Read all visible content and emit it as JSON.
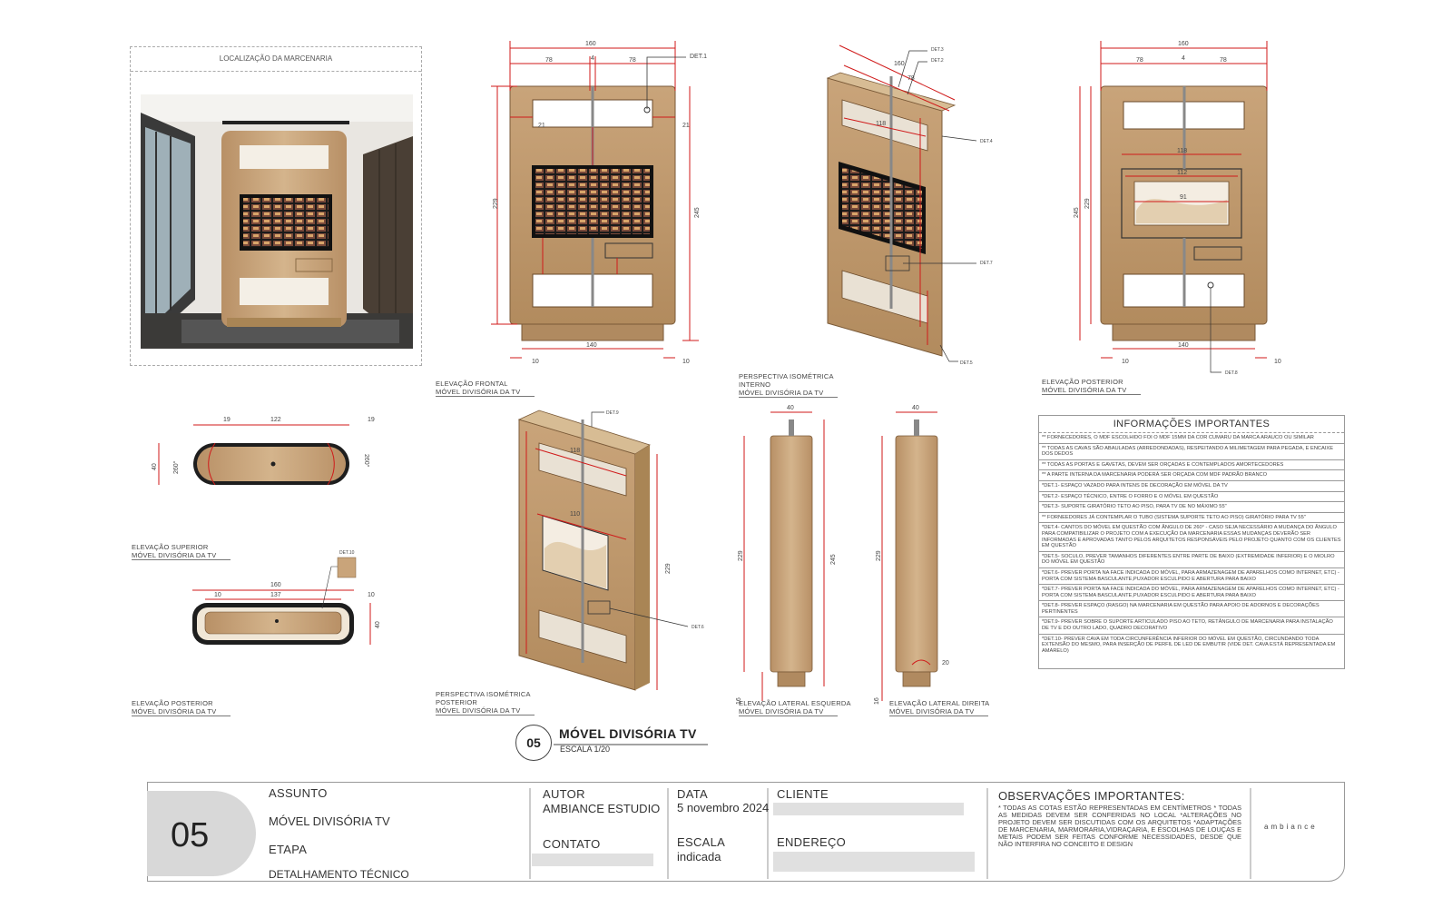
{
  "location": {
    "title": "LOCALIZAÇÃO DA MARCENARIA"
  },
  "views": {
    "front": [
      "ELEVAÇÃO FRONTAL",
      "MÓVEL DIVISÓRIA DA TV"
    ],
    "iso_internal": [
      "PERSPECTIVA ISOMÉTRICA",
      "INTERNO",
      "MÓVEL DIVISÓRIA DA TV"
    ],
    "rear": [
      "ELEVAÇÃO POSTERIOR",
      "MÓVEL DIVISÓRIA DA TV"
    ],
    "top": [
      "ELEVAÇÃO SUPERIOR",
      "MÓVEL DIVISÓRIA DA TV"
    ],
    "rear_small": [
      "ELEVAÇÃO POSTERIOR",
      "MÓVEL DIVISÓRIA DA TV"
    ],
    "iso_rear": [
      "PERSPECTIVA ISOMÉTRICA",
      "POSTERIOR",
      "MÓVEL DIVISÓRIA DA TV"
    ],
    "left": [
      "ELEVAÇÃO LATERAL ESQUERDA",
      "MÓVEL DIVISÓRIA DA TV"
    ],
    "right": [
      "ELEVAÇÃO LATERAL DIREITA",
      "MÓVEL DIVISÓRIA DA TV"
    ]
  },
  "dims": {
    "front": {
      "w": "160",
      "l": "78",
      "m": "4",
      "r": "78",
      "h1": "229",
      "h2": "245",
      "base": "140",
      "side": "10",
      "inner": "21",
      "det": "DET.1"
    },
    "iso": {
      "a": "160",
      "b": "78",
      "c": "118",
      "det2": "DET.2",
      "det3": "DET.3",
      "det4": "DET.4",
      "det5": "DET.5",
      "det7": "DET.7"
    },
    "rear": {
      "w": "160",
      "l": "78",
      "m": "4",
      "r": "78",
      "h1": "245",
      "h2": "229",
      "i1": "118",
      "i2": "112",
      "i3": "91",
      "base": "140",
      "side": "10",
      "det8": "DET.8"
    },
    "top": {
      "a": "19",
      "b": "122",
      "c": "19",
      "d": "40",
      "ang": "260°"
    },
    "rear_small": {
      "w": "160",
      "i": "137",
      "s": "10",
      "d": "40",
      "det10": "DET.10"
    },
    "iso_rear": {
      "a": "118",
      "b": "110",
      "h": "229",
      "det9": "DET.9",
      "det6": "DET.6"
    },
    "side": {
      "w": "40",
      "h1": "229",
      "h2": "245",
      "h3": "229",
      "b": "16",
      "b2": "20"
    }
  },
  "info": {
    "title": "INFORMAÇÕES IMPORTANTES",
    "items": [
      "** FORNECEDORES, O MDF ESCOLHIDO FOI O MDF 15MM DA COR CUMARU DA MARCA ARAUCO OU SIMILAR",
      "** TODAS AS CAVAS SÃO ABAULADAS (ARREDONDADAS), RESPEITANDO A MILIMETAGEM PARA PEGADA, E ENCAIXE DOS DEDOS",
      "** TODAS AS PORTAS E GAVETAS, DEVEM SER ORÇADAS E CONTEMPLADOS AMORTECEDORES",
      "** A PARTE INTERNA DA MARCENARIA PODERÁ SER ORÇADA COM MDF PADRÃO BRANCO",
      "*DET.1- ESPAÇO VAZADO PARA INTENS DE DECORAÇÃO EM MÓVEL DA TV",
      "*DET.2- ESPAÇO TÉCNICO, ENTRE O FORRO E O MÓVEL EM QUESTÃO",
      "*DET.3- SUPORTE GIRATÓRIO TETO AO PISO, PARA TV DE NO MÁXIMO 55\"",
      "** FORNEEDORES JÁ CONTEMPLAR O TUBO (SISTEMA SUPORTE TETO AO PISO) GIRATÓRIO PARA TV 55\"",
      "*DET.4- CANTOS DO MÓVEL EM QUESTÃO COM ÂNGULO DE 260° - CASO SEJA NECESSÁRIO A MUDANÇA DO ÂNGULO PARA COMPATIBILIZAR O PROJETO COM A EXECUÇÃO DA MARCENARIA ESSAS MUDANÇAS DEVERÃO SER INFORMADAS E APROVADAS TANTO PELOS ARQUITETOS RESPONSÁVEIS PELO PROJETO QUANTO COM OS CLIENTES EM QUESTÃO",
      "*DET.5- SOCULO, PREVER TAMANHOS DIFERENTES ENTRE PARTE DE BAIXO (EXTREMIDADE INFERIOR) E O MIOLRO DO MÓVEL EM QUESTÃO",
      "*DET.6- PREVER PORTA NA FACE INDICADA DO MÓVEL, PARA ARMAZENAGEM DE APARELHOS COMO INTERNET, ETC) - PORTA COM SISTEMA BASCULANTE,PUXADOR ESCULPIDO E ABERTURA PARA BAIXO",
      "*DET.7- PREVER PORTA NA FACE INDICADA DO MÓVEL, PARA ARMAZENAGEM DE APARELHOS COMO INTERNET, ETC) - PORTA COM SISTEMA BASCULANTE,PUXADOR ESCULPIDO E ABERTURA PARA BAIXO",
      "*DET.8- PREVER ESPAÇO (RASGO) NA MARCENARIA EM QUESTÃO PARA APOIO DE ADORNOS E DECORAÇÕES PERTINENTES",
      "*DET.9- PREVER SOBRE O SUPORTE ARTICULADO PISO AO TETO, RETÂNGULO DE MARCENARIA PARA INSTALAÇÃO DE TV E DO OUTRO LADO, QUADRO DECORATIVO",
      "*DET.10- PREVER CAVA EM TODA CIRCUNFERÊNCIA INFERIOR DO MÓVEL EM QUESTÃO, CIRCUNDANDO TODA EXTENSÃO DO MESMO, PARA INSERÇÃO DE PERFIL DE LED DE EMBUTIR (VIDE DET. CAVA ESTÁ REPRESENTADA EM AMARELO)"
    ]
  },
  "sheet_title": {
    "number": "05",
    "name": "MÓVEL DIVISÓRIA TV",
    "scale": "ESCALA 1/20"
  },
  "title_block": {
    "sheet_number": "05",
    "assunto_label": "ASSUNTO",
    "assunto_value": "MÓVEL DIVISÓRIA TV",
    "etapa_label": "ETAPA",
    "etapa_value": "DETALHAMENTO TÉCNICO",
    "autor_label": "AUTOR",
    "autor_value": "AMBIANCE ESTUDIO",
    "contato_label": "CONTATO",
    "data_label": "DATA",
    "data_value": "5 novembro 2024",
    "escala_label": "ESCALA",
    "escala_value": "indicada",
    "cliente_label": "CLIENTE",
    "endereco_label": "ENDEREÇO",
    "obs_title": "OBSERVAÇÕES IMPORTANTES:",
    "obs_text": "* TODAS AS COTAS ESTÃO REPRESENTADAS EM CENTÍMETROS * TODAS AS MEDIDAS DEVEM SER CONFERIDAS NO LOCAL *ALTERAÇÕES NO PROJETO DEVEM SER DISCUTIDAS COM OS ARQUITETOS *ADAPTAÇÕES DE MARCENARIA, MARMORARIA,VIDRAÇARIA, E ESCOLHAS DE LOUÇAS E METAIS PODEM SER FEITAS CONFORME NECESSIDADES, DESDE QUE NÃO INTERFIRA NO CONCEITO E DESIGN",
    "brand": "ambiance"
  },
  "colors": {
    "wood": "#c9a47a",
    "wood_dark": "#a98555",
    "dim": "#d01a1a",
    "tv": "#222222"
  }
}
